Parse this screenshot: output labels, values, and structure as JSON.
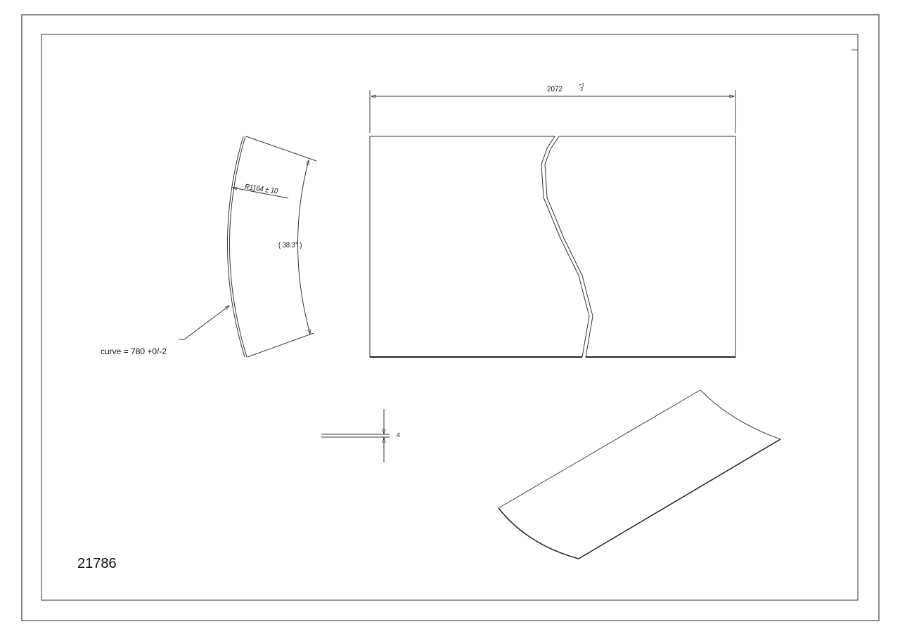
{
  "drawing": {
    "part_number": "21786",
    "plan_view": {
      "length_dimension": "2072",
      "length_tolerance_upper": "+1",
      "length_tolerance_lower": "-2"
    },
    "section_view": {
      "radius_label": "R1164  ± 10",
      "angle_label": "( 38.3°      )",
      "curve_note": "curve = 780 +0/-2"
    },
    "thickness_view": {
      "thickness_label": "4"
    },
    "colors": {
      "line": "#333333",
      "frame_outer": "#555555",
      "frame_inner": "#333333",
      "background": "#ffffff"
    }
  }
}
